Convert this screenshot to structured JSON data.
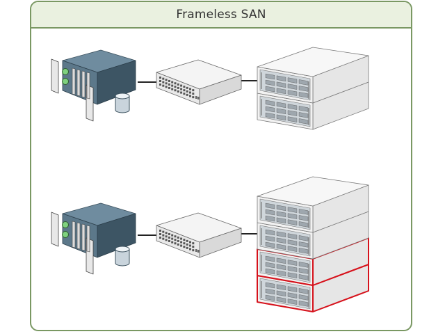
{
  "title": "Frameless SAN",
  "colors": {
    "frame_border": "#7a9863",
    "title_background": "#eaf1e0",
    "connector": "#222222",
    "highlight": "#d6111b",
    "server_body": "#4e6a7c",
    "device_light": "#f2f2f2"
  },
  "rows": [
    {
      "server": "server-icon",
      "disk": "disk-icon",
      "switch": "network-switch-icon",
      "storage_enclosures": 2,
      "highlighted_enclosures": 0
    },
    {
      "server": "server-icon",
      "disk": "disk-icon",
      "switch": "network-switch-icon",
      "storage_enclosures": 4,
      "highlighted_enclosures": 2
    }
  ]
}
